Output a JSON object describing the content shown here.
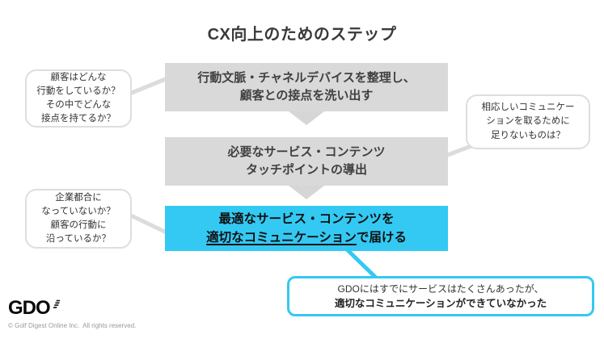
{
  "title": "CX向上のためのステップ",
  "colors": {
    "accent_blue": "#33c9f2",
    "box_gray": "#d9d9d9",
    "line_gray": "#dcdcdc"
  },
  "icons": {
    "gdo_flag": "golf-flag-stripes",
    "arrow_down": "triangle-down"
  },
  "flow": {
    "step1": {
      "line1": "行動文脈・チャネルデバイスを整理し、",
      "line2": "顧客との接点を洗い出す"
    },
    "step2": {
      "line1": "必要なサービス・コンテンツ",
      "line2": "タッチポイントの導出"
    },
    "step3": {
      "line1": "最適なサービス・コンテンツを",
      "line2_underlined": "適切なコミュニケーション",
      "line2_rest": "で届ける"
    }
  },
  "callouts": {
    "left_top": {
      "lines": [
        "顧客はどんな",
        "行動をしているか？",
        "その中でどんな",
        "接点を持てるか？"
      ]
    },
    "right": {
      "lines": [
        "相応しいコミュニケー",
        "ションを取るために",
        "足りないものは？"
      ]
    },
    "left_bottom": {
      "lines": [
        "企業都合に",
        "なっていないか？",
        "顧客の行動に",
        "沿っているか？"
      ]
    },
    "bottom": {
      "line1": "GDOにはすでにサービスはたくさんあったが、",
      "line2": "適切なコミュニケーションができていなかった"
    }
  },
  "footer": {
    "logo": "GDO",
    "copyright": "© Golf Digest Online Inc.  All rights reserved."
  }
}
